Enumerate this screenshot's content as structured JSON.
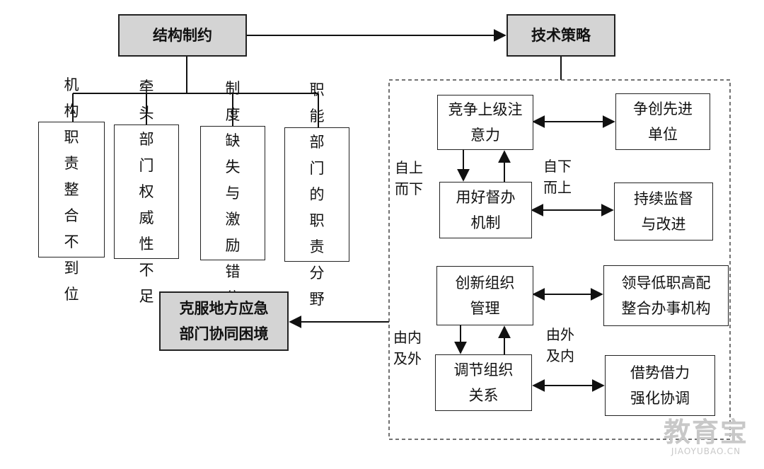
{
  "top": {
    "left": "结构制约",
    "right": "技术策略"
  },
  "constraints": [
    "机构职责整合不到位",
    "牵头部门权威性不足",
    "制度缺失与激励错位",
    "职能部门的职责分野"
  ],
  "strategy": {
    "top_group": {
      "upper": "竞争上级注意力",
      "lower": "用好督办机制",
      "upper_right": "争创先进单位",
      "lower_right": "持续监督与改进",
      "left_label": "自上而下",
      "right_label": "自下而上"
    },
    "bottom_group": {
      "upper": "创新组织管理",
      "lower": "调节组织关系",
      "upper_right": "领导低职高配整合办事机构",
      "lower_right": "借势借力强化协调",
      "left_label": "由内及外",
      "right_label": "由外及内"
    }
  },
  "outcome": "克服地方应急部门协同困境",
  "watermark": {
    "logo": "教育宝",
    "url": "JIAOYUBAO.CN"
  }
}
